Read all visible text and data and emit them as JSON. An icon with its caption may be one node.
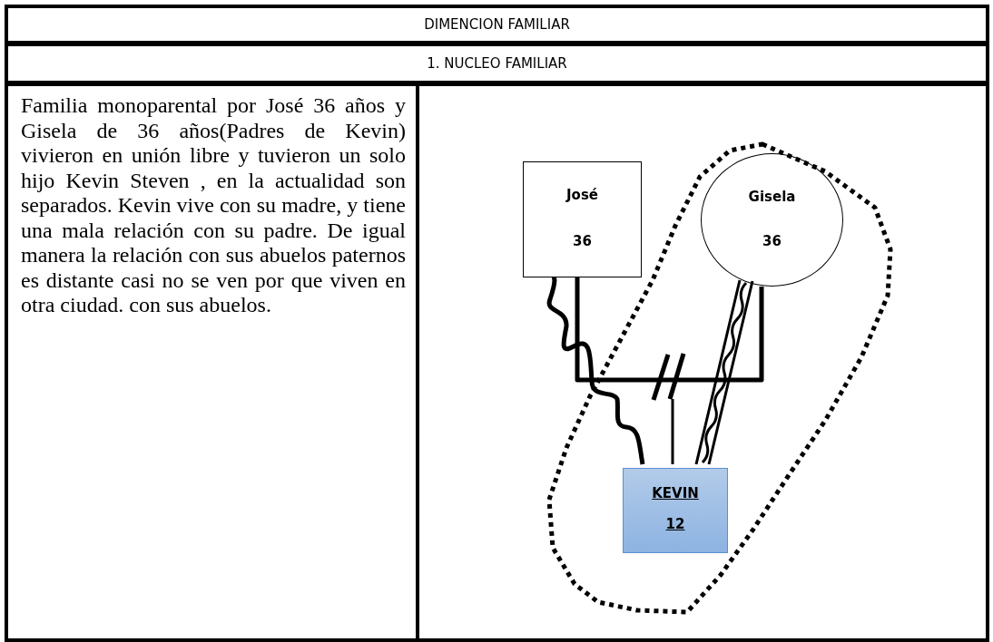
{
  "diagram": {
    "nodes": [
      {
        "text": [
          "DIMENCION FAMILIAR"
        ]
      },
      {
        "text": [
          "1. NUCLEO FAMILIAR"
        ]
      },
      {
        "text": [
          "Familia monoparental por José 36 años y Gisela de 36 años(Padres de Kevin) vivieron en unión libre y tuvieron un solo hijo Kevin Steven , en la actualidad son separados. Kevin vive con su madre, y tiene una mala relación con su padre. De igual manera la relación con sus abuelos paternos es distante casi no se ven por que viven en otra ciudad. con sus abuelos."
        ]
      },
      {
        "text": [],
        "shape": "box"
      },
      {
        "text": [
          "José",
          "36"
        ],
        "in": 3
      },
      {
        "text": [],
        "shape": "blob",
        "in": 3
      },
      {
        "text": [
          "Gisela",
          "36"
        ],
        "in": 5
      },
      {
        "text": [
          "KEVIN",
          "12"
        ],
        "in": 5
      }
    ],
    "edges": [
      {
        "from": 4,
        "to": 6,
        "arrow": "none"
      },
      {
        "from": null,
        "to": 7,
        "arrow": "none"
      },
      {
        "from": 4,
        "to": 7,
        "arrow": "none"
      },
      {
        "from": 6,
        "to": 7,
        "arrow": "none"
      }
    ]
  }
}
